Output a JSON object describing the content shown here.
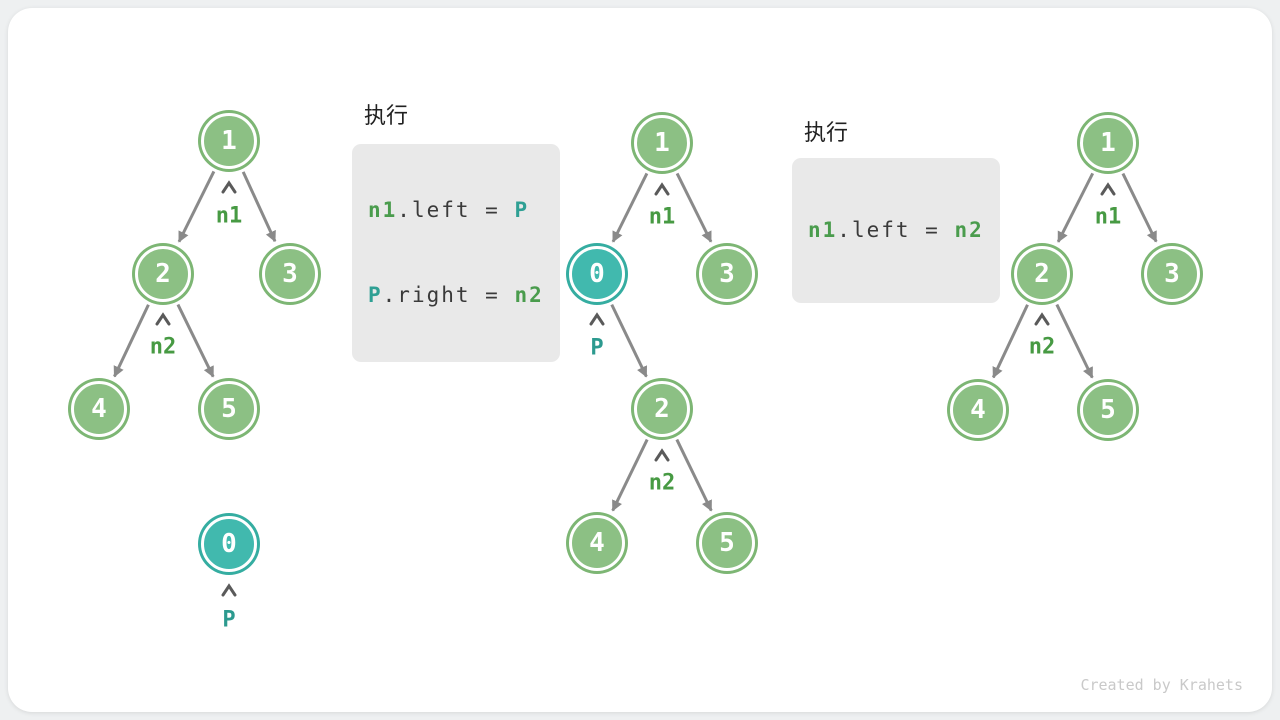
{
  "exec_label": "执行",
  "code_block_1": {
    "line1": {
      "var1": "n1",
      "op": ".left = ",
      "var2": "P"
    },
    "line2": {
      "var1": "P",
      "op": ".right = ",
      "var2": "n2"
    }
  },
  "code_block_2": {
    "line1": {
      "var1": "n1",
      "op": ".left = ",
      "var2": "n2"
    }
  },
  "trees": {
    "left": {
      "node1": "1",
      "node2": "2",
      "node3": "3",
      "node4": "4",
      "node5": "5",
      "node0": "0",
      "label_n1": "n1",
      "label_n2": "n2",
      "label_p": "P",
      "edges": [
        "1->2",
        "1->3",
        "2->4",
        "2->5"
      ],
      "note": "node 0 (P) detached below tree"
    },
    "middle": {
      "node1": "1",
      "node0": "0",
      "node3": "3",
      "node2": "2",
      "node4": "4",
      "node5": "5",
      "label_n1": "n1",
      "label_n2": "n2",
      "label_p": "P",
      "edges": [
        "1->0",
        "1->3",
        "0->2",
        "2->4",
        "2->5"
      ]
    },
    "right": {
      "node1": "1",
      "node2": "2",
      "node3": "3",
      "node4": "4",
      "node5": "5",
      "label_n1": "n1",
      "label_n2": "n2",
      "edges": [
        "1->2",
        "1->3",
        "2->4",
        "2->5"
      ]
    }
  },
  "colors": {
    "node_green": "#8CC084",
    "node_green_ring": "#7DB674",
    "node_teal": "#41B9AE",
    "node_teal_ring": "#35ADA1",
    "edge_gray": "#8A8A8A",
    "caret_gray": "#5A5A5A",
    "label_green": "#479A43",
    "label_teal": "#2C9A8F",
    "code_bg": "#E9E9E9",
    "code_text": "#3A3A3A",
    "big_arrow_gray": "#BDBDBD",
    "watermark_gray": "#C9C9C9",
    "card_bg": "#FFFFFF"
  },
  "watermark": "Created by Krahets"
}
